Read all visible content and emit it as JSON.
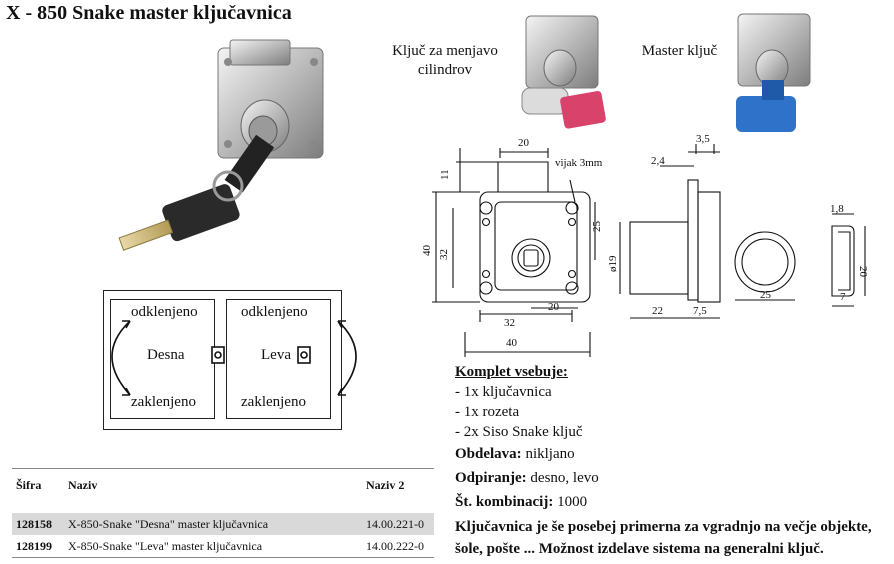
{
  "title": "X - 850 Snake master ključavnica",
  "captions": {
    "changeable_cylinder_key": "Ključ za menjavo cilindrov",
    "master_key": "Master ključ"
  },
  "drawing_dims": {
    "d20_top": "20",
    "d11": "11",
    "screw": "vijak 3mm",
    "d25_right": "25",
    "d40_left": "40",
    "d32_left": "32",
    "d20_mid": "20",
    "d32_bottom": "32",
    "d40_bottom": "40",
    "d3_5": "3,5",
    "d2_4": "2,4",
    "d19": "ø19",
    "d22": "22",
    "d7_5": "7,5",
    "d25_rosette": "25",
    "d1_8": "1,8",
    "d20_side": "20",
    "d7": "7"
  },
  "lock_diagram": {
    "right_panel": {
      "top": "odklenjeno",
      "middle": "Desna",
      "bottom": "zaklenjeno"
    },
    "left_panel": {
      "top": "odklenjeno",
      "middle": "Leva",
      "bottom": "zaklenjeno"
    }
  },
  "contents": {
    "heading": "Komplet vsebuje:",
    "items": [
      "- 1x ključavnica",
      "- 1x rozeta",
      "- 2x Siso Snake ključ"
    ]
  },
  "specs": [
    {
      "label": "Obdelava:",
      "value": " niklјano"
    },
    {
      "label": "Odpiranje:",
      "value": " desno, levo"
    },
    {
      "label": "Št. kombinacij:",
      "value": " 1000"
    }
  ],
  "note": "Ključavnica je še posebej primerna za vgradnjo na večje objekte, šole, pošte ... Možnost izdelave sistema na generalni ključ.",
  "table": {
    "headers": [
      "Šifra",
      "Naziv",
      "Naziv 2"
    ],
    "rows": [
      {
        "code": "128158",
        "name": "X-850-Snake \"Desna\" master ključavnica",
        "name2": "14.00.221-0"
      },
      {
        "code": "128199",
        "name": "X-850-Snake \"Leva\" master ključavnica",
        "name2": "14.00.222-0"
      }
    ]
  },
  "colors": {
    "pink_key": "#d9426a",
    "blue_key": "#2f72c9",
    "row_highlight": "#d9d9d9"
  }
}
